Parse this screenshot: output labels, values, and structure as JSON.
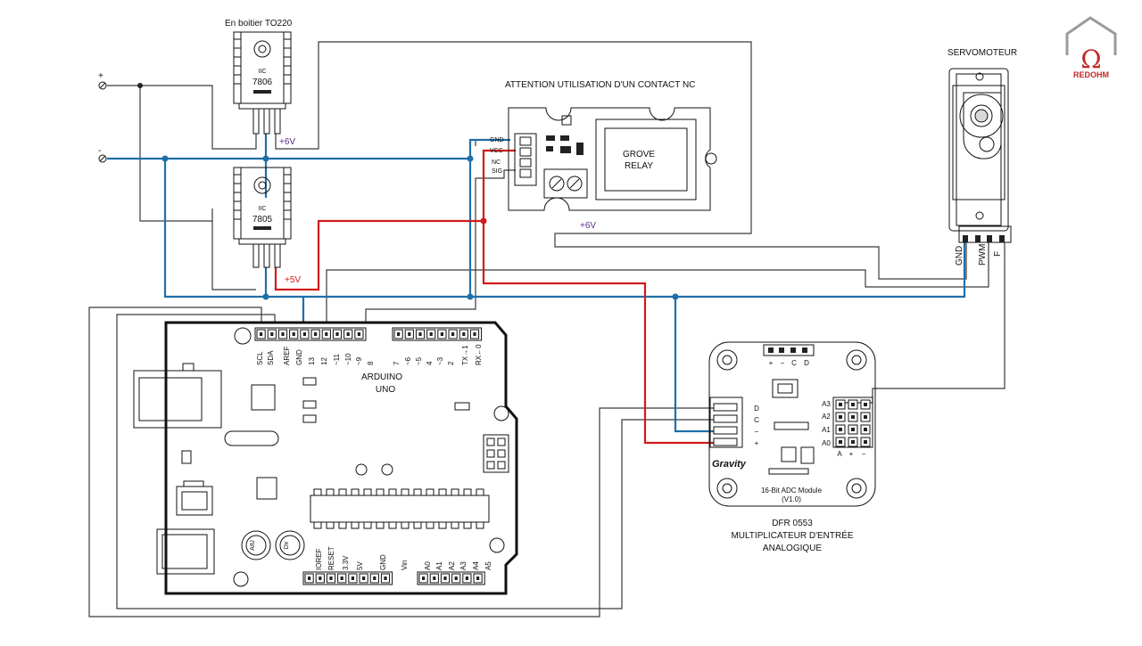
{
  "regulator_6v": {
    "package_label": "En boitier TO220",
    "chip_top": "IIC",
    "chip_number": "7806",
    "voltage_label": "+6V"
  },
  "regulator_5v": {
    "chip_top": "IIC",
    "chip_number": "7805",
    "voltage_label": "+5V"
  },
  "power_input": {
    "plus": "+",
    "minus": "-"
  },
  "relay": {
    "warning": "ATTENTION  UTILISATION  D'UN  CONTACT  NC",
    "title_line1": "GROVE",
    "title_line2": "RELAY",
    "pins": [
      "GND",
      "VCC",
      "NC",
      "SIG"
    ],
    "output_label": "+6V"
  },
  "servo": {
    "title": "SERVOMOTEUR",
    "pins": [
      "GND",
      "PWM",
      "F"
    ]
  },
  "arduino": {
    "name_line1": "ARDUINO",
    "name_line2": "UNO",
    "top_pins": [
      "SCL",
      "SDA",
      "AREF",
      "GND",
      "13",
      "12",
      "~11",
      "~10",
      "~9",
      "8",
      "7",
      "~6",
      "~5",
      "4",
      "~3",
      "2",
      "TX→1",
      "RX←0"
    ],
    "bottom_pins": [
      "IOREF",
      "RESET",
      "3.3V",
      "5V",
      "GND",
      "Vin",
      "A0",
      "A1",
      "A2",
      "A3",
      "A4",
      "A5"
    ],
    "cap_label_1": "AIU",
    "cap_label_2": "Dx"
  },
  "adc": {
    "brand": "Gravity",
    "module_line1": "16-Bit  ADC  Module",
    "module_line2": "(V1.0)",
    "i2c_pins": [
      "D",
      "C",
      "−",
      "+"
    ],
    "top_pins": [
      "+",
      "−",
      "C",
      "D"
    ],
    "analog_pins": [
      "A3",
      "A2",
      "A1",
      "A0"
    ],
    "bottom_pins": [
      "A",
      "+",
      "−"
    ],
    "caption_line1": "DFR  0553",
    "caption_line2": "MULTIPLICATEUR  D'ENTRÉE",
    "caption_line3": "ANALOGIQUE"
  },
  "logo": {
    "text": "REDOHM"
  },
  "colors": {
    "blue_wire": "#1f6fa8",
    "red_wire": "#d11a1a",
    "black_wire": "#3a3a3a",
    "label_purple": "#5a2d82",
    "logo_red": "#c62828"
  }
}
